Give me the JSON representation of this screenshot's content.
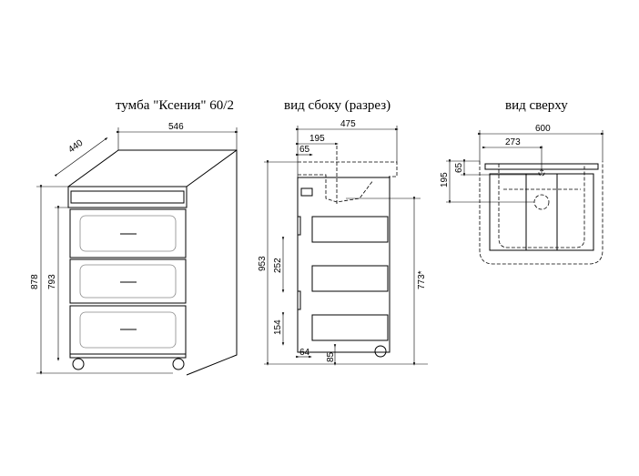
{
  "titles": {
    "front": "тумба \"Ксения\" 60/2",
    "side": "вид сбоку (разрез)",
    "top": "вид сверху"
  },
  "front_dims": {
    "width": "546",
    "depth": "440",
    "height_total": "878",
    "height_body": "793"
  },
  "side_dims": {
    "depth": "475",
    "drain_offset": "195",
    "tap_offset": "65",
    "total_height": "953",
    "drain_height": "773*",
    "drawer_gap": "252",
    "bottom_drawer": "154",
    "leg_offset": "64",
    "leg_height": "85"
  },
  "top_dims": {
    "width": "600",
    "drain_x": "273",
    "tap_y": "65",
    "drain_y": "195"
  }
}
